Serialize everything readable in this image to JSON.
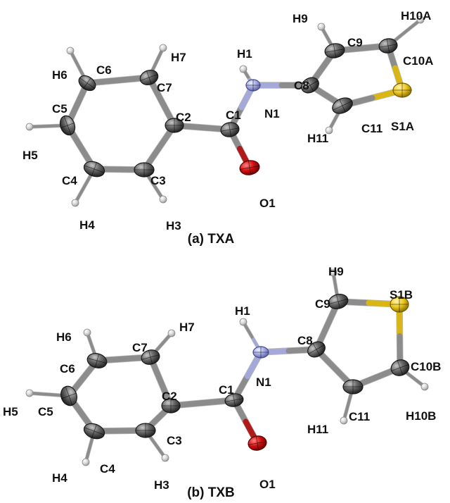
{
  "captions": {
    "a": "(a) TXA",
    "b": "(b) TXB"
  },
  "colors": {
    "carbon": "#5a5a5a",
    "hydrogen": "#d9d9d9",
    "nitrogen": "#a9aee6",
    "oxygen": "#cc1111",
    "sulfur": "#e6c21a",
    "bond": "#8c8c8c",
    "bond_s": "#d9b614",
    "bond_o": "#b01a1a",
    "bond_n": "#a5a9d9"
  },
  "molecules": [
    {
      "id": "txa",
      "atoms": [
        {
          "id": "H6",
          "label": "H6"
        },
        {
          "id": "C6",
          "label": "C6"
        },
        {
          "id": "H7",
          "label": "H7"
        },
        {
          "id": "C7",
          "label": "C7"
        },
        {
          "id": "H1",
          "label": "H1"
        },
        {
          "id": "N1",
          "label": "N1"
        },
        {
          "id": "C8",
          "label": "C8"
        },
        {
          "id": "H9",
          "label": "H9"
        },
        {
          "id": "C9",
          "label": "C9"
        },
        {
          "id": "H10A",
          "label": "H10A"
        },
        {
          "id": "C10A",
          "label": "C10A"
        },
        {
          "id": "S1A",
          "label": "S1A"
        },
        {
          "id": "C11",
          "label": "C11"
        },
        {
          "id": "H11",
          "label": "H11"
        },
        {
          "id": "C5",
          "label": "C5"
        },
        {
          "id": "H5",
          "label": "H5"
        },
        {
          "id": "C2",
          "label": "C2"
        },
        {
          "id": "C1",
          "label": "C1"
        },
        {
          "id": "C4",
          "label": "C4"
        },
        {
          "id": "C3",
          "label": "C3"
        },
        {
          "id": "O1",
          "label": "O1"
        },
        {
          "id": "H4",
          "label": "H4"
        },
        {
          "id": "H3",
          "label": "H3"
        }
      ]
    },
    {
      "id": "txb",
      "atoms": [
        {
          "id": "H9",
          "label": "H9"
        },
        {
          "id": "S1B",
          "label": "S1B"
        },
        {
          "id": "H1",
          "label": "H1"
        },
        {
          "id": "C9",
          "label": "C9"
        },
        {
          "id": "H6",
          "label": "H6"
        },
        {
          "id": "C7",
          "label": "C7"
        },
        {
          "id": "H7",
          "label": "H7"
        },
        {
          "id": "C8",
          "label": "C8"
        },
        {
          "id": "C6",
          "label": "C6"
        },
        {
          "id": "C2",
          "label": "C2"
        },
        {
          "id": "C1",
          "label": "C1"
        },
        {
          "id": "N1",
          "label": "N1"
        },
        {
          "id": "C10B",
          "label": "C10B"
        },
        {
          "id": "H5",
          "label": "H5"
        },
        {
          "id": "C5",
          "label": "C5"
        },
        {
          "id": "C3",
          "label": "C3"
        },
        {
          "id": "H10B",
          "label": "H10B"
        },
        {
          "id": "C11",
          "label": "C11"
        },
        {
          "id": "H11",
          "label": "H11"
        },
        {
          "id": "C4",
          "label": "C4"
        },
        {
          "id": "H4",
          "label": "H4"
        },
        {
          "id": "H3",
          "label": "H3"
        },
        {
          "id": "O1",
          "label": "O1"
        }
      ]
    }
  ]
}
